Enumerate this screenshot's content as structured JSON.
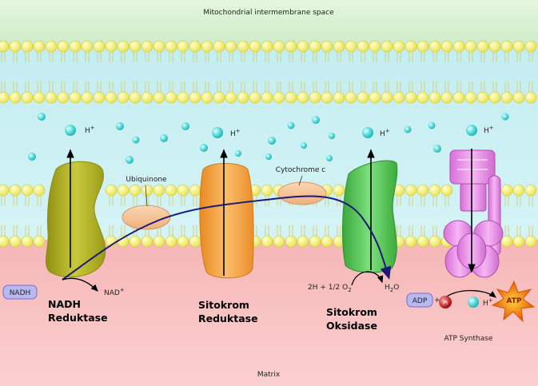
{
  "regions": {
    "top": "Mitochondrial intermembrane space",
    "bottom": "Matrix"
  },
  "ions": {
    "h_plus": "H",
    "plus": "+"
  },
  "complexes": {
    "complex1": {
      "line1": "NADH",
      "line2": "Reduktase"
    },
    "complex3": {
      "line1": "Sitokrom",
      "line2": "Reduktase"
    },
    "complex4": {
      "line1": "Sitokrom",
      "line2": "Oksidase"
    },
    "atp_synthase": "ATP Synthase"
  },
  "carriers": {
    "ubiquinone": "Ubiquinone",
    "cytochrome_c": "Cytochrome c"
  },
  "molecules": {
    "nadh": "NADH",
    "nad_plus": "NAD",
    "o2_reactant": "2H + 1/2 O",
    "o2_sub": "2",
    "water": "H",
    "water_sub": "2",
    "water_o": "O",
    "adp": "ADP",
    "pi": "Pi",
    "atp": "ATP"
  },
  "colors": {
    "intermembrane": "#d4f0cf",
    "membrane_head": "#f5f07a",
    "aqueous": "#c8eef2",
    "matrix": "#f7b8b8",
    "complex1": "#b5b52a",
    "complex3": "#f5a54a",
    "complex4": "#5cc85c",
    "atp_synthase": "#e98ee8",
    "electron_path": "#1a1a7a",
    "ion": "#4fd3d3"
  }
}
